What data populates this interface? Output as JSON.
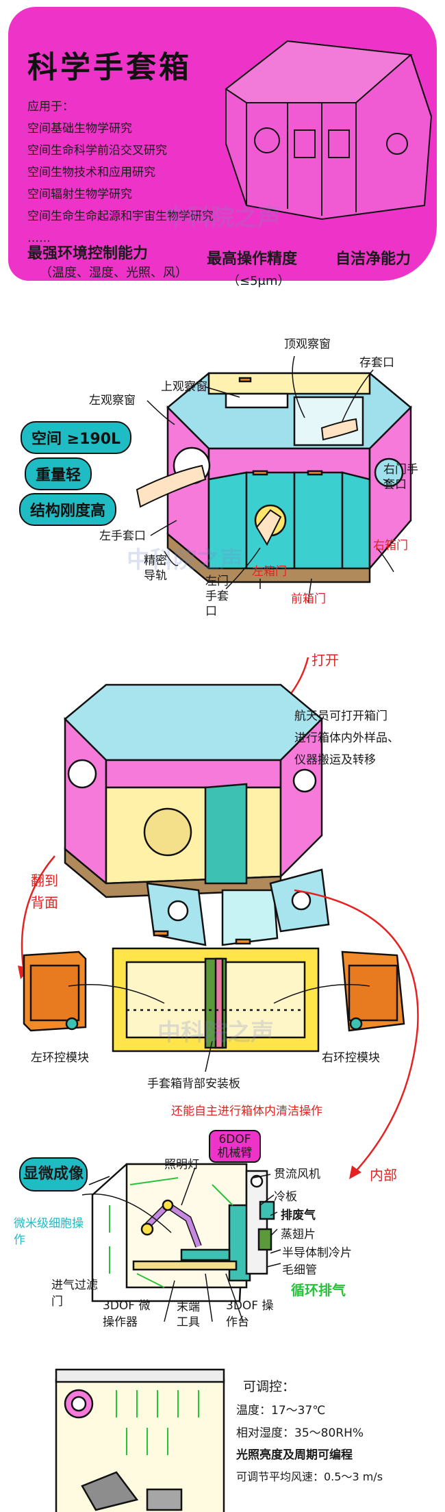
{
  "header": {
    "title": "科学手套箱",
    "apply_label": "应用于：",
    "apps": [
      "空间基础生物学研究",
      "空间生命科学前沿交叉研究",
      "空间生物技术和应用研究",
      "空间辐射生物学研究",
      "空间生命生命起源和宇宙生物学研究",
      "……"
    ],
    "cap1": "最强环境控制能力",
    "cap1_sub": "（温度、湿度、光照、风）",
    "cap2": "最高操作精度",
    "cap2_sub": "（≤5μm）",
    "cap3": "自洁净能力"
  },
  "watermark": "中科院之声",
  "exterior": {
    "labels": {
      "top_window": "顶观察窗",
      "upper_window": "上观察窗",
      "left_window": "左观察窗",
      "storage_port": "存套口",
      "right_door_port": "右门手套口",
      "left_port": "左手套口",
      "rail": "精密导轨",
      "left_door_port": "左门手套口",
      "left_door": "左箱门",
      "front_door": "前箱门",
      "right_door": "右箱门"
    },
    "features": [
      "空间 ≥190L",
      "重量轻",
      "结构刚度高"
    ]
  },
  "open": {
    "arrow_label": "打开",
    "desc": [
      "航天员可打开箱门",
      "进行箱体内外样品、",
      "仪器搬运及转移"
    ]
  },
  "back": {
    "flip_label": "翻到背面",
    "left_module": "左环控模块",
    "right_module": "右环控模块",
    "back_panel": "手套箱背部安装板"
  },
  "interior": {
    "clean_note": "还能自主进行箱体内清洁操作",
    "inside_label": "内部",
    "microscope": "显微成像",
    "micro_op": "微米级细胞操作",
    "labels": {
      "light": "照明灯",
      "arm": "6DOF 机械臂",
      "fan": "贯流风机",
      "cold_plate": "冷板",
      "exhaust": "排废气",
      "evaporator": "蒸翅片",
      "tec": "半导体制冷片",
      "capillary": "毛细管",
      "inlet": "进气过滤门",
      "manip3": "3DOF 微操作器",
      "tool": "末端工具",
      "table3": "3DOF 操作台",
      "circulation": "循环排气"
    }
  },
  "controls": {
    "title": "可调控：",
    "temp": "温度：17～37℃",
    "humidity": "相对湿度：35～80RH%",
    "light": "光照亮度及周期可编程",
    "wind": "可调节平均风速：0.5～3 m/s"
  }
}
